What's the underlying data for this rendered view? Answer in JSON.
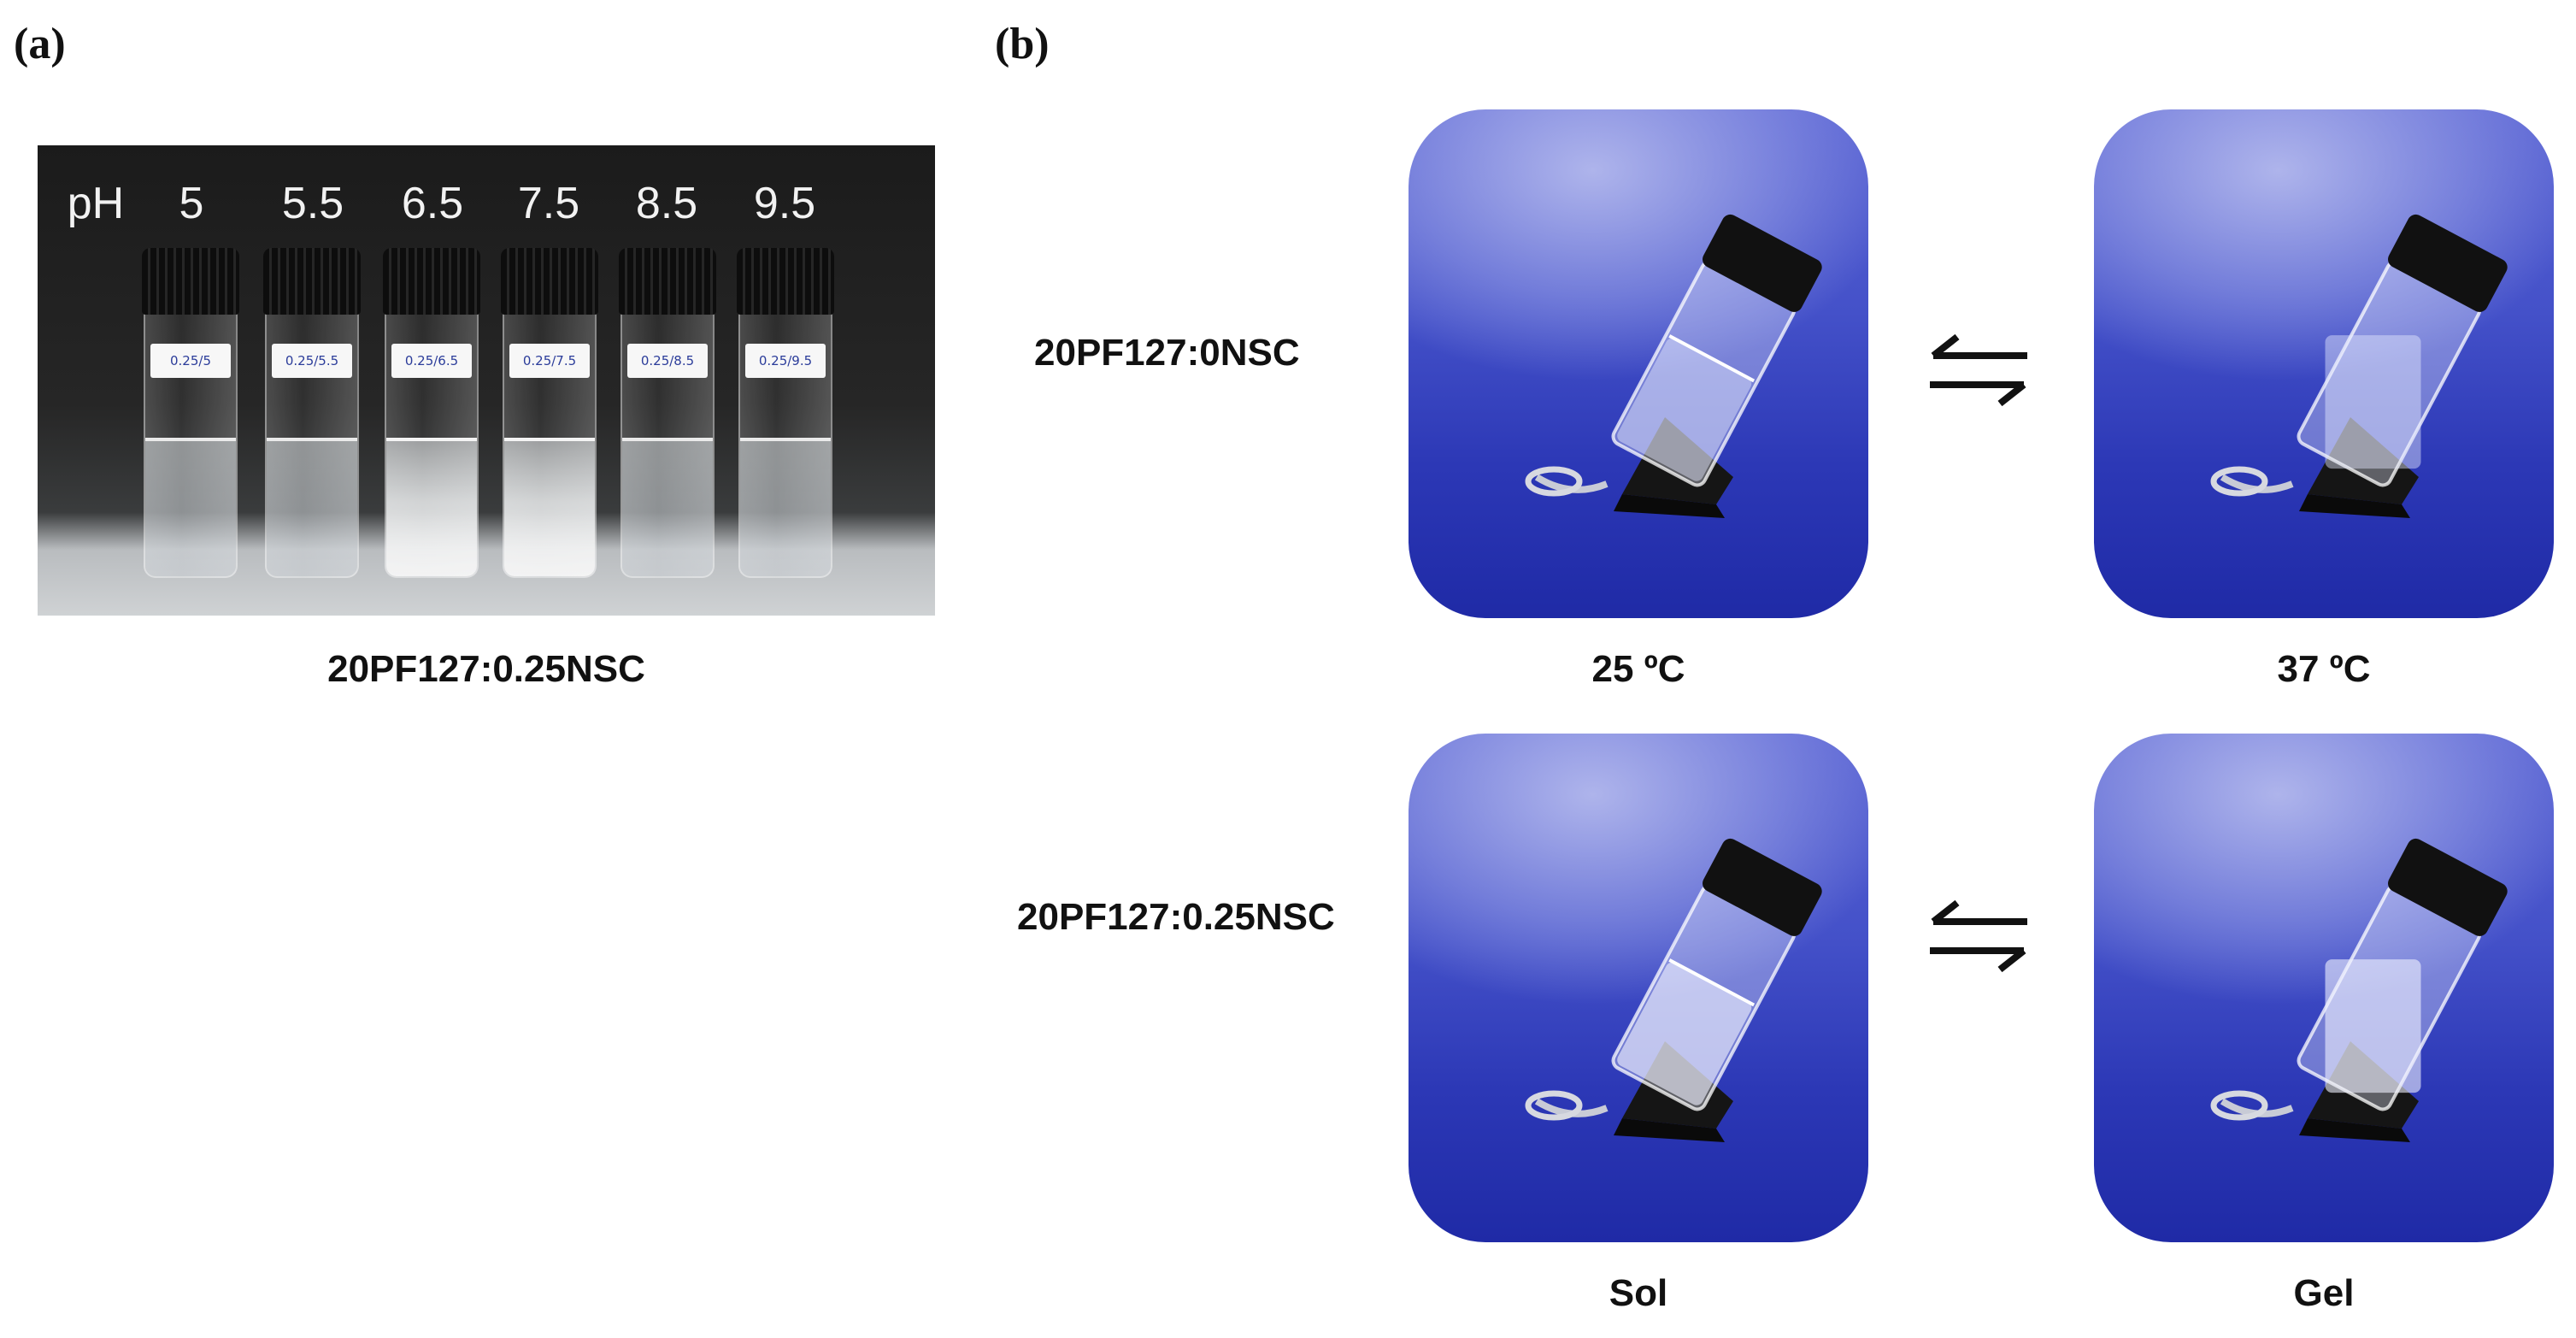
{
  "panels": {
    "a": {
      "label": "(a)",
      "ph_values": [
        "pH",
        "5",
        "5.5",
        "6.5",
        "7.5",
        "8.5",
        "9.5"
      ],
      "vial_tags": [
        "0.25/5",
        "0.25/5.5",
        "0.25/6.5",
        "0.25/7.5",
        "0.25/8.5",
        "0.25/9.5"
      ],
      "caption": "20PF127:0.25NSC"
    },
    "b": {
      "label": "(b)",
      "row1_label": "20PF127:0NSC",
      "row2_label": "20PF127:0.25NSC",
      "temp_left": "25 ºC",
      "temp_right": "37 ºC",
      "state_left": "Sol",
      "state_right": "Gel"
    }
  },
  "colors": {
    "background_blue": "#3441bf",
    "cap_black": "#111111"
  },
  "icons": {
    "equilibrium": "reversible-arrows-icon"
  }
}
